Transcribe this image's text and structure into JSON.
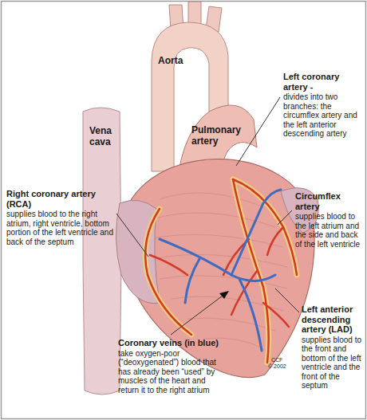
{
  "diagram": {
    "labels": [
      "Aorta",
      "Vena cava",
      "Pulmonary artery",
      "Left coronary artery -",
      "divides into two branches: the circumflex artery and the left anterior descending artery",
      "Right coronary artery (RCA)",
      "supplies blood to the right atrium, right ventricle, bottom portion of the left ventricle and back of the septum",
      "Circumflex artery",
      "supplies blood to the left atrium and the side and back of the left ventricle",
      "Coronary veins (in blue)",
      "take oxygen-poor (“deoxygenated”) blood that has already been “used” by muscles of the heart and return it to the right atrium",
      "Left anterior descending artery (LAD)",
      "supplies blood to the front and bottom of the left ventricle and the front of the septum",
      "CCF",
      "© 2002"
    ]
  }
}
